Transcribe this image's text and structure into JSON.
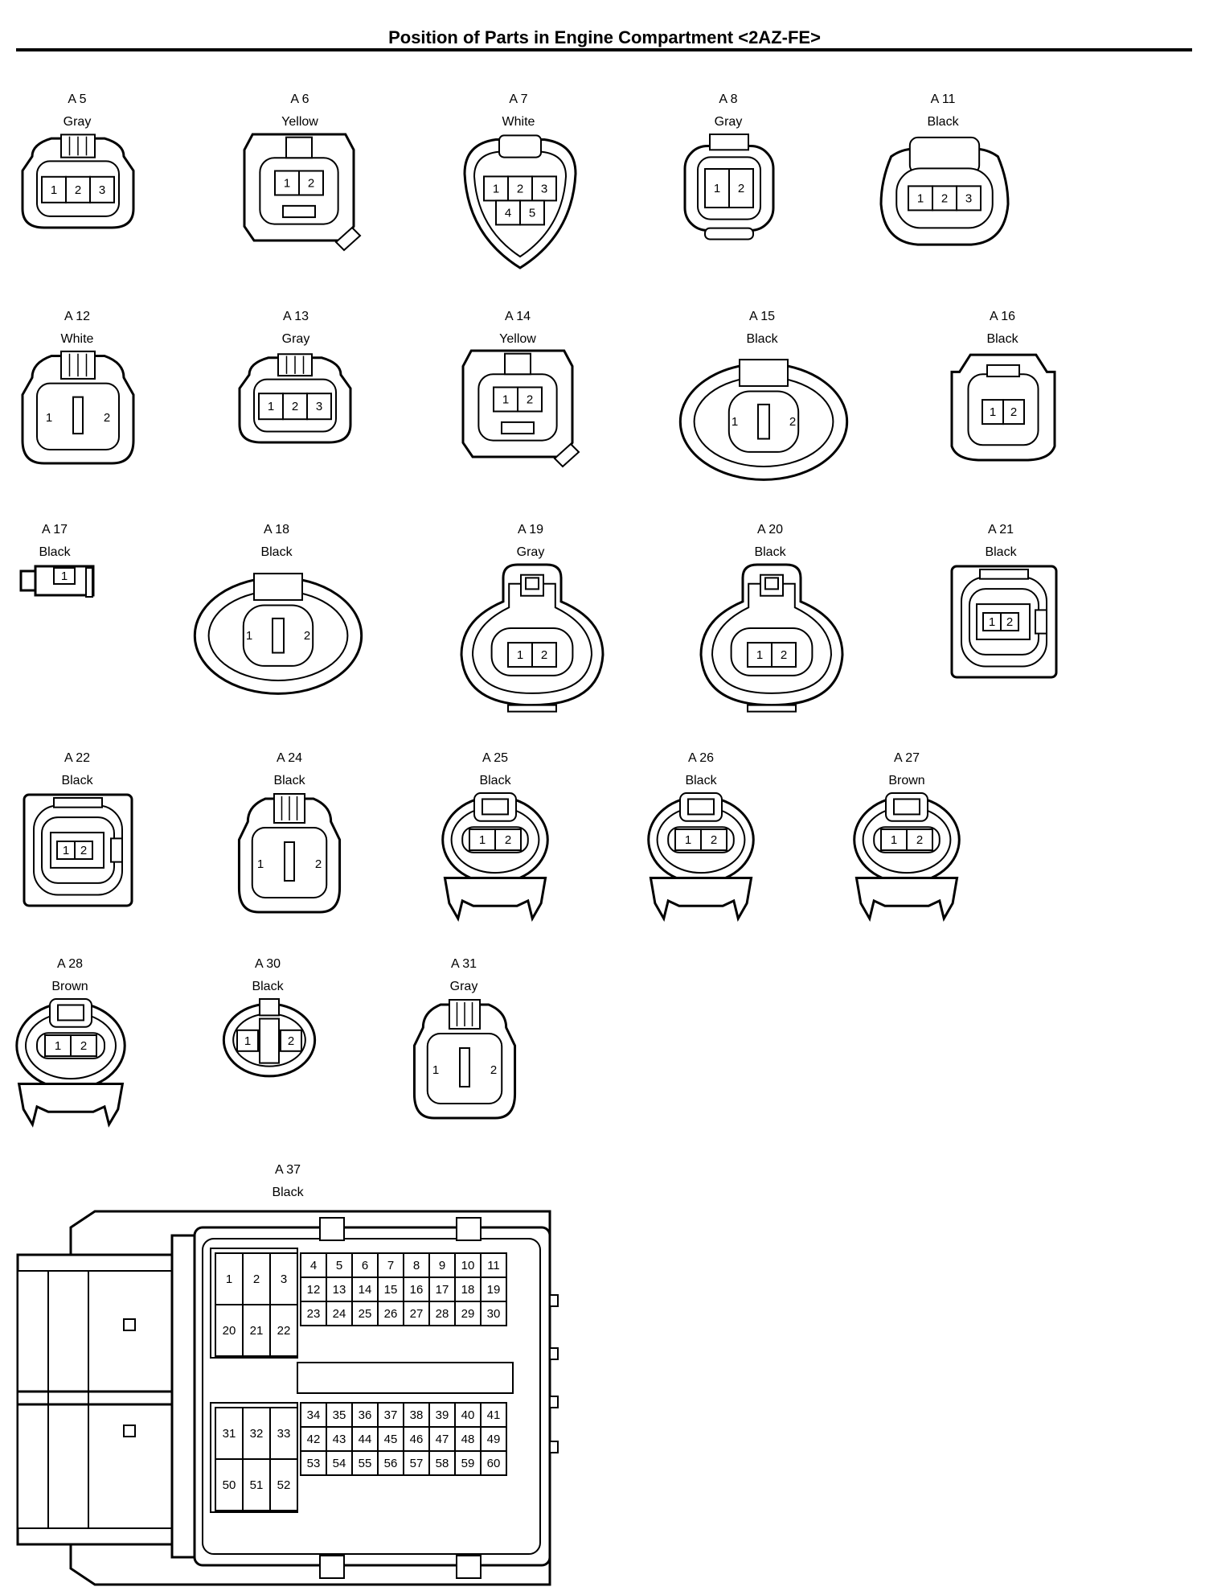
{
  "title": "Position of Parts in Engine Compartment <2AZ-FE>",
  "connectors": [
    {
      "id": "A 5",
      "color": "Gray",
      "pins": [
        "1",
        "2",
        "3"
      ]
    },
    {
      "id": "A 6",
      "color": "Yellow",
      "pins": [
        "1",
        "2"
      ]
    },
    {
      "id": "A 7",
      "color": "White",
      "pins": [
        "1",
        "2",
        "3",
        "4",
        "5"
      ]
    },
    {
      "id": "A 8",
      "color": "Gray",
      "pins": [
        "1",
        "2"
      ]
    },
    {
      "id": "A 11",
      "color": "Black",
      "pins": [
        "1",
        "2",
        "3"
      ]
    },
    {
      "id": "A 12",
      "color": "White",
      "pins": [
        "1",
        "2"
      ]
    },
    {
      "id": "A 13",
      "color": "Gray",
      "pins": [
        "1",
        "2",
        "3"
      ]
    },
    {
      "id": "A 14",
      "color": "Yellow",
      "pins": [
        "1",
        "2"
      ]
    },
    {
      "id": "A 15",
      "color": "Black",
      "pins": [
        "1",
        "2"
      ]
    },
    {
      "id": "A 16",
      "color": "Black",
      "pins": [
        "1",
        "2"
      ]
    },
    {
      "id": "A 17",
      "color": "Black",
      "pins": [
        "1"
      ]
    },
    {
      "id": "A 18",
      "color": "Black",
      "pins": [
        "1",
        "2"
      ]
    },
    {
      "id": "A 19",
      "color": "Gray",
      "pins": [
        "1",
        "2"
      ]
    },
    {
      "id": "A 20",
      "color": "Black",
      "pins": [
        "1",
        "2"
      ]
    },
    {
      "id": "A 21",
      "color": "Black",
      "pins": [
        "1",
        "2"
      ]
    },
    {
      "id": "A 22",
      "color": "Black",
      "pins": [
        "1",
        "2"
      ]
    },
    {
      "id": "A 24",
      "color": "Black",
      "pins": [
        "1",
        "2"
      ]
    },
    {
      "id": "A 25",
      "color": "Black",
      "pins": [
        "1",
        "2"
      ]
    },
    {
      "id": "A 26",
      "color": "Black",
      "pins": [
        "1",
        "2"
      ]
    },
    {
      "id": "A 27",
      "color": "Brown",
      "pins": [
        "1",
        "2"
      ]
    },
    {
      "id": "A 28",
      "color": "Brown",
      "pins": [
        "1",
        "2"
      ]
    },
    {
      "id": "A 30",
      "color": "Black",
      "pins": [
        "1",
        "2"
      ]
    },
    {
      "id": "A 31",
      "color": "Gray",
      "pins": [
        "1",
        "2"
      ]
    },
    {
      "id": "A 37",
      "color": "Black",
      "pins": [
        "1",
        "2",
        "3",
        "4",
        "5",
        "6",
        "7",
        "8",
        "9",
        "10",
        "11",
        "12",
        "13",
        "14",
        "15",
        "16",
        "17",
        "18",
        "19",
        "20",
        "21",
        "22",
        "23",
        "24",
        "25",
        "26",
        "27",
        "28",
        "29",
        "30",
        "31",
        "32",
        "33",
        "34",
        "35",
        "36",
        "37",
        "38",
        "39",
        "40",
        "41",
        "42",
        "43",
        "44",
        "45",
        "46",
        "47",
        "48",
        "49",
        "50",
        "51",
        "52",
        "53",
        "54",
        "55",
        "56",
        "57",
        "58",
        "59",
        "60"
      ]
    }
  ]
}
